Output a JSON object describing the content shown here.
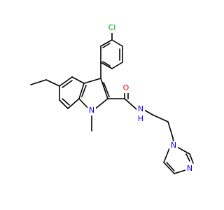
{
  "molecule": {
    "colors": {
      "carbon_bond": "#000000",
      "nitrogen": "#0000ff",
      "oxygen": "#ff0000",
      "chlorine": "#00aa00"
    },
    "atom_labels": {
      "chlorine": "Cl",
      "oxygen": "O",
      "indole_nitrogen": "N",
      "amide_nitrogen": "N",
      "amide_hydrogen": "H",
      "imidazole_n1": "N",
      "imidazole_n3": "N"
    }
  }
}
